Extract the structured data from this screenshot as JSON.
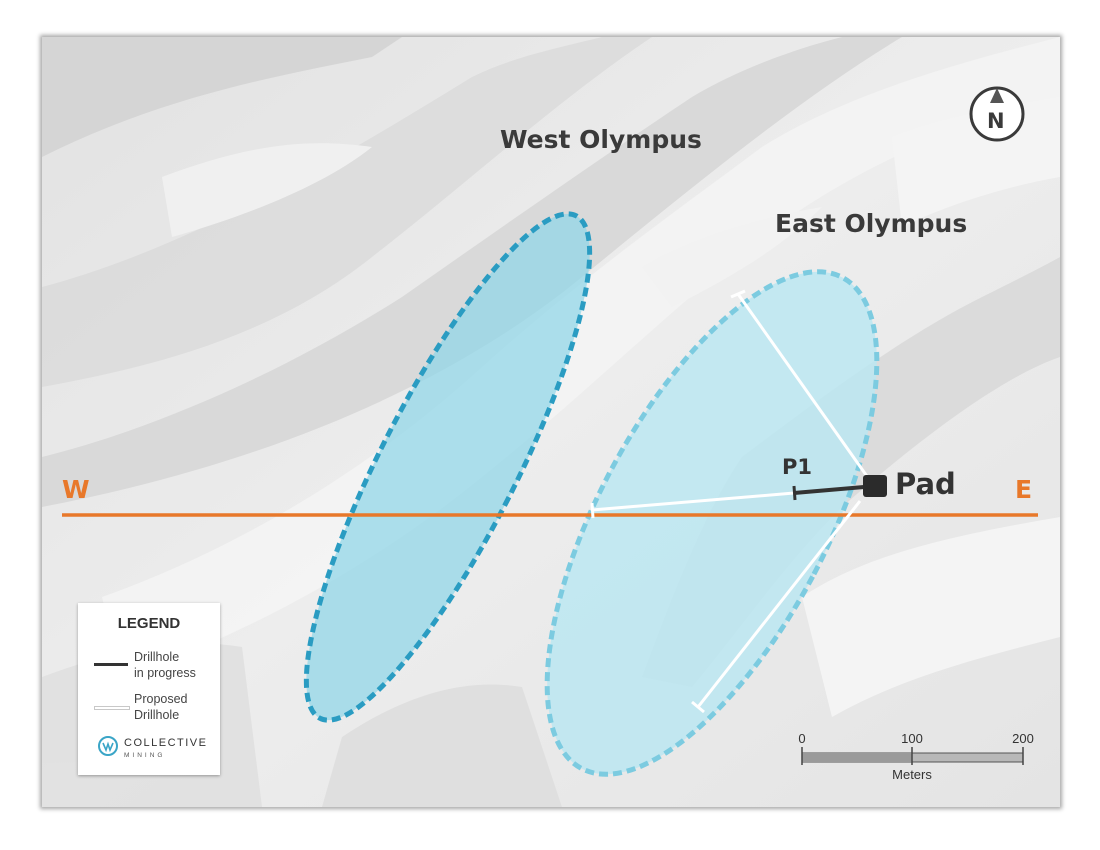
{
  "map": {
    "areas": [
      {
        "name": "West Olympus",
        "style": "dashed-outline"
      },
      {
        "name": "East Olympus",
        "style": "dashed-outline"
      }
    ],
    "section_line": {
      "west_label": "W",
      "east_label": "E",
      "color": "#e8782a"
    },
    "pad_label": "Pad",
    "drillhole_label": "P1",
    "north_arrow_letter": "N",
    "colors": {
      "west_area_fill": "#8fd6e8",
      "west_area_outline": "#2a9cc2",
      "east_area_fill": "#b9e7f2",
      "east_area_outline": "#7ccbe0",
      "drillhole_in_progress": "#333333",
      "proposed_drillhole": "#ffffff"
    }
  },
  "legend": {
    "title": "LEGEND",
    "items": [
      {
        "label": "Drillhole\nin progress",
        "symbol": "dark-line"
      },
      {
        "label": "Proposed\nDrillhole",
        "symbol": "white-line"
      }
    ],
    "logo_name": "COLLECTIVE",
    "logo_subtitle": "MINING",
    "logo_icon": "collective-mining-logo-icon"
  },
  "scale_bar": {
    "ticks": [
      "0",
      "100",
      "200"
    ],
    "unit": "Meters"
  }
}
